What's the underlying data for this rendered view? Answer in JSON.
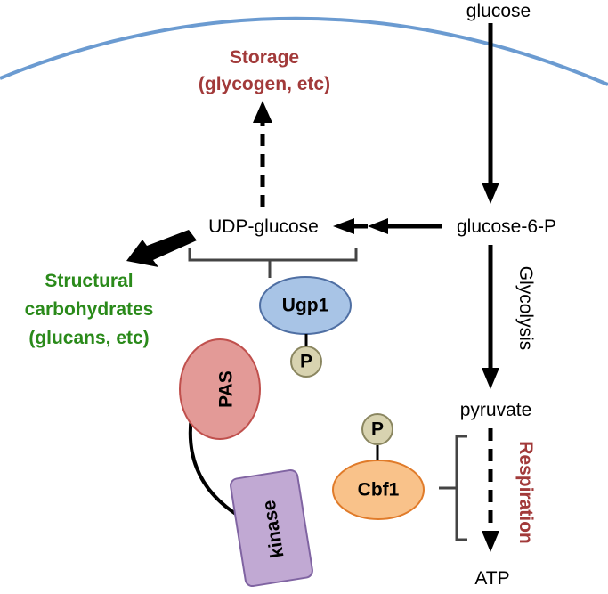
{
  "metabolites": {
    "glucose": "glucose",
    "glucose6p": "glucose-6-P",
    "udp_glucose": "UDP-glucose",
    "pyruvate": "pyruvate",
    "atp": "ATP"
  },
  "fates": {
    "storage_line1": "Storage",
    "storage_line2": "(glycogen, etc)",
    "structural_line1": "Structural",
    "structural_line2": "carbohydrates",
    "structural_line3": "(glucans, etc)",
    "glycolysis": "Glycolysis",
    "respiration": "Respiration"
  },
  "proteins": {
    "ugp1": "Ugp1",
    "cbf1": "Cbf1",
    "pas": "PAS",
    "kinase": "kinase",
    "phospho": "P"
  },
  "colors": {
    "membrane": "#6b9bd1",
    "storage_text": "#a23a3a",
    "structural_text": "#2a8a1a",
    "ugp1_fill": "#a8c4e6",
    "cbf1_fill": "#f9c28a",
    "pas_fill": "#e39a97",
    "kinase_fill": "#c1a9d3",
    "phospho_fill": "#d8d3b0"
  }
}
